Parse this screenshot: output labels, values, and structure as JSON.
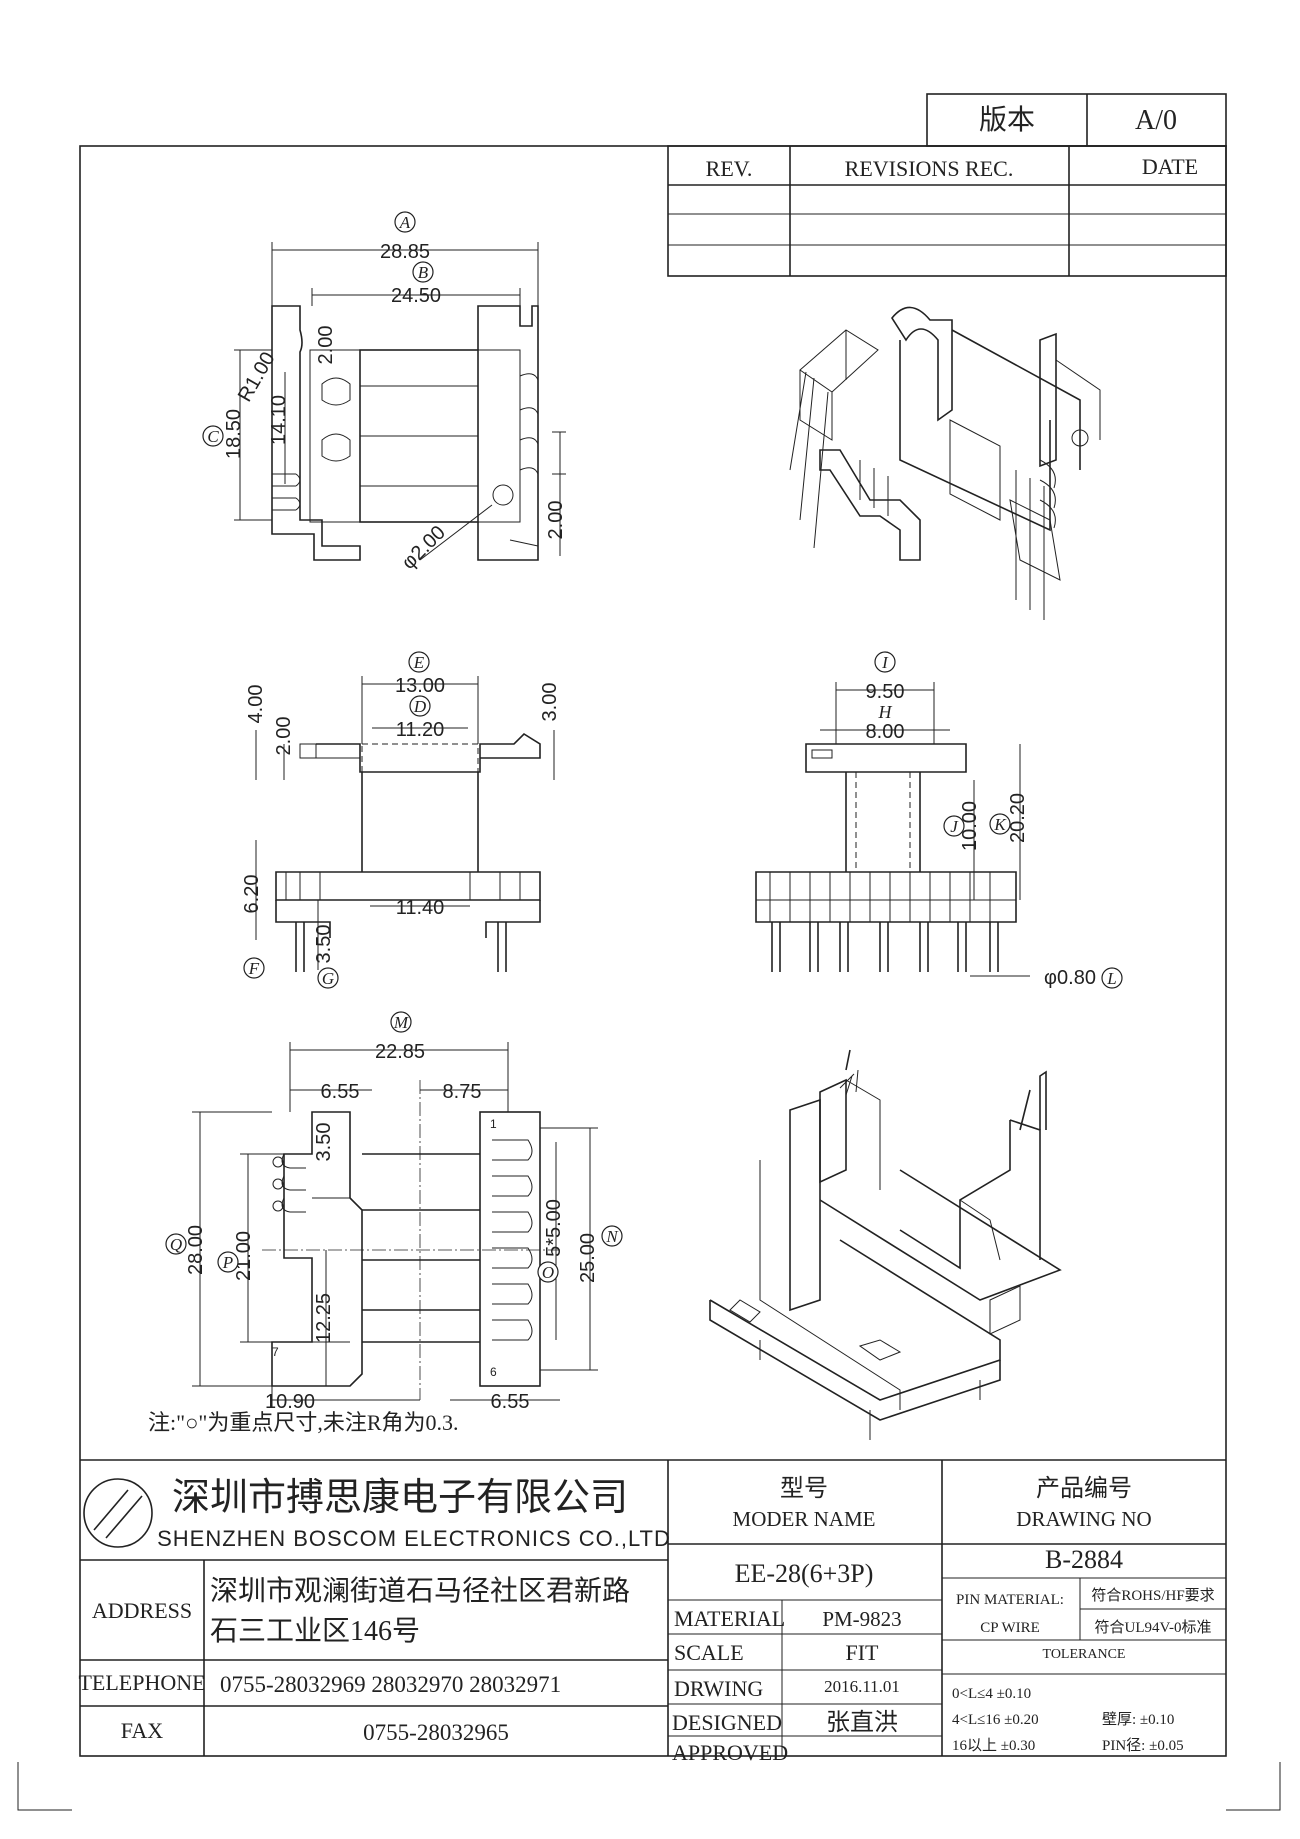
{
  "version": {
    "label": "版本",
    "value": "A/0"
  },
  "revisions": {
    "headers": {
      "rev": "REV.",
      "rec": "REVISIONS REC.",
      "date": "DATE"
    }
  },
  "dimensions": {
    "A": "28.85",
    "B": "24.50",
    "C": "18.50",
    "r": "R1.00",
    "h1": "14.10",
    "top2": "2.00",
    "right2": "2.00",
    "hole": "φ2.00",
    "E": "13.00",
    "D": "11.20",
    "h4": "4.00",
    "h2": "2.00",
    "h3": "3.00",
    "F": "6.20",
    "G": "3.50",
    "bot": "11.40",
    "I": "9.50",
    "H_label": "H",
    "H": "8.00",
    "J": "10.00",
    "K": "20.20",
    "L": "φ0.80",
    "M": "22.85",
    "left655": "6.55",
    "right875": "8.75",
    "v350": "3.50",
    "Q": "28.00",
    "P": "21.00",
    "v1225": "12.25",
    "O": "5*5.00",
    "N": "25.00",
    "b1090": "10.90",
    "b655": "6.55",
    "pin1": "1",
    "pin7": "7",
    "pin6": "6"
  },
  "callouts": [
    "A",
    "B",
    "C",
    "D",
    "E",
    "F",
    "G",
    "H",
    "I",
    "J",
    "K",
    "L",
    "M",
    "N",
    "O",
    "P",
    "Q"
  ],
  "note": "注:\"○\"为重点尺寸,未注R角为0.3.",
  "company": {
    "name_cn": "深圳市搏思康电子有限公司",
    "name_en": "SHENZHEN BOSCOM ELECTRONICS CO.,LTD",
    "address_label": "ADDRESS",
    "address_line1": "深圳市观澜街道石马径社区君新路",
    "address_line2": "石三工业区146号",
    "telephone_label": "TELEPHONE",
    "telephone": "0755-28032969 28032970 28032971",
    "fax_label": "FAX",
    "fax": "0755-28032965"
  },
  "title_block": {
    "model_label_cn": "型号",
    "model_label_en": "MODER NAME",
    "drawing_label_cn": "产品编号",
    "drawing_label_en": "DRAWING NO",
    "model": "EE-28(6+3P)",
    "drawing_no": "B-2884",
    "material_label": "MATERIAL",
    "material": "PM-9823",
    "scale_label": "SCALE",
    "scale": "FIT",
    "drwing_label": "DRWING",
    "date": "2016.11.01",
    "designed_label": "DESIGNED",
    "designer": "张直洪",
    "approved_label": "APPROVED",
    "pin_material": "PIN MATERIAL:",
    "cp_wire": "CP WIRE",
    "rohs": "符合ROHS/HF要求",
    "ul": "符合UL94V-0标准",
    "tolerance_label": "TOLERANCE",
    "tol1": "0<L≤4  ±0.10",
    "tol2": "4<L≤16 ±0.20",
    "tol3": "16以上   ±0.30",
    "wall": "壁厚:  ±0.10",
    "pin_dia": "PIN径: ±0.05"
  }
}
